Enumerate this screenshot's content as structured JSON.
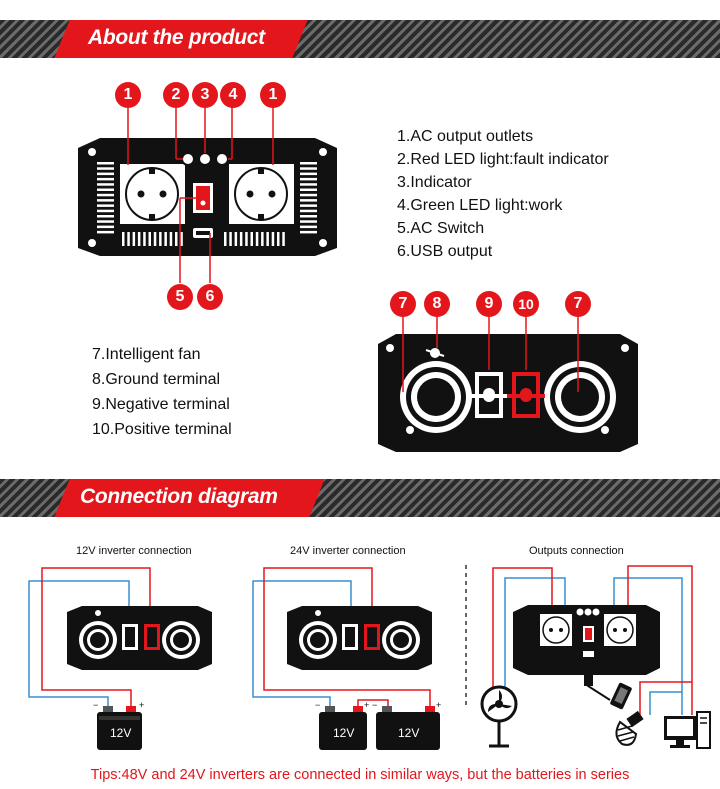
{
  "banners": {
    "about": "About the product",
    "connection": "Connection diagram"
  },
  "front_markers": [
    "1",
    "2",
    "3",
    "4",
    "1",
    "5",
    "6"
  ],
  "front_legend": [
    "1.AC output outlets",
    "2.Red LED light:fault indicator",
    "3.Indicator",
    "4.Green LED light:work",
    "5.AC Switch",
    "6.USB output"
  ],
  "rear_markers": [
    "7",
    "8",
    "9",
    "10",
    "7"
  ],
  "rear_legend": [
    "7.Intelligent fan",
    "8.Ground terminal",
    "9.Negative terminal",
    "10.Positive terminal"
  ],
  "diagrams": {
    "d12_title": "12V inverter connection",
    "d24_title": "24V inverter connection",
    "out_title": "Outputs connection",
    "battery_label": "12V",
    "minus": "−",
    "plus": "+"
  },
  "tips": "Tips:48V and 24V inverters are connected in similar ways, but the batteries in series",
  "colors": {
    "accent": "#e3161b",
    "wire_red": "#e3161b",
    "wire_blue": "#3a8fd0",
    "device": "#111111"
  },
  "icons": [
    "fan-icon",
    "phone-icon",
    "bulb-icon",
    "computer-icon",
    "battery-icon",
    "socket-icon",
    "screw-icon"
  ]
}
